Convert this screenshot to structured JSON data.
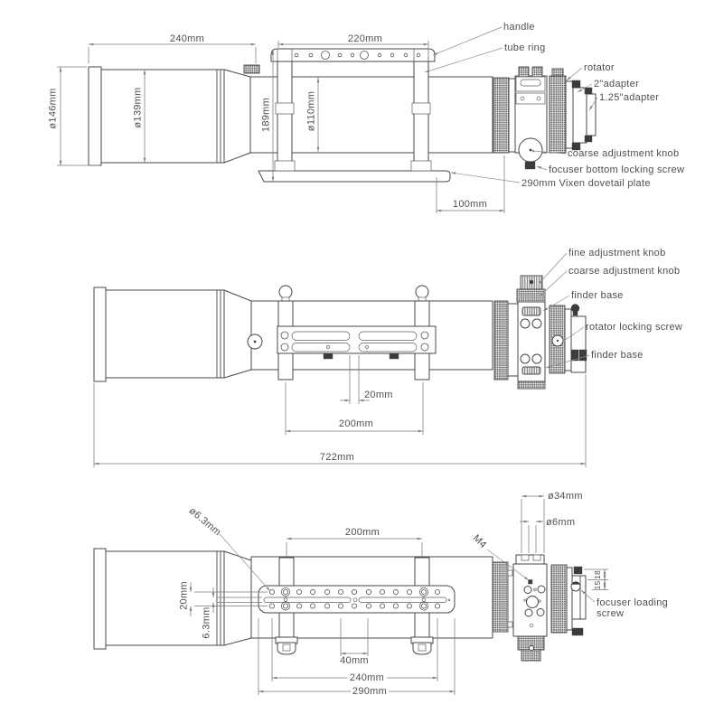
{
  "side_view": {
    "dims": {
      "length_240": "240mm",
      "handle_220": "220mm",
      "dia_146": "ø146mm",
      "dia_139": "ø139mm",
      "height_189": "189mm",
      "dia_110": "ø110mm",
      "plate_100": "100mm"
    },
    "labels": {
      "handle": "handle",
      "tube_ring": "tube ring",
      "rotator": "rotator",
      "adapter_2in": "2\"adapter",
      "adapter_125in": "1.25\"adapter",
      "coarse_knob": "coarse adjustment knob",
      "focuser_lock": "focuser bottom locking screw",
      "dovetail": "290mm Vixen dovetail plate"
    }
  },
  "opposite_view": {
    "dims": {
      "slot_20": "20mm",
      "rings_200": "200mm",
      "total_722": "722mm"
    },
    "labels": {
      "fine_knob": "fine adjustment knob",
      "coarse_knob": "coarse adjustment knob",
      "finder_base_top": "finder base",
      "rotator_lock": "rotator locking screw",
      "finder_base_bottom": "finder base"
    }
  },
  "bottom_view": {
    "dims": {
      "rings_200": "200mm",
      "dia_34": "ø34mm",
      "dia_6": "ø6mm",
      "thread_m4": "M4",
      "offset_18": "18",
      "offset_15": "15",
      "hole_63": "ø6.3mm",
      "rows_20": "20mm",
      "slot_63": "6.3mm",
      "holes_40": "40mm",
      "holes_240": "240mm",
      "plate_290": "290mm"
    },
    "labels": {
      "loading_screw_1": "focuser loading",
      "loading_screw_2": "screw"
    }
  }
}
